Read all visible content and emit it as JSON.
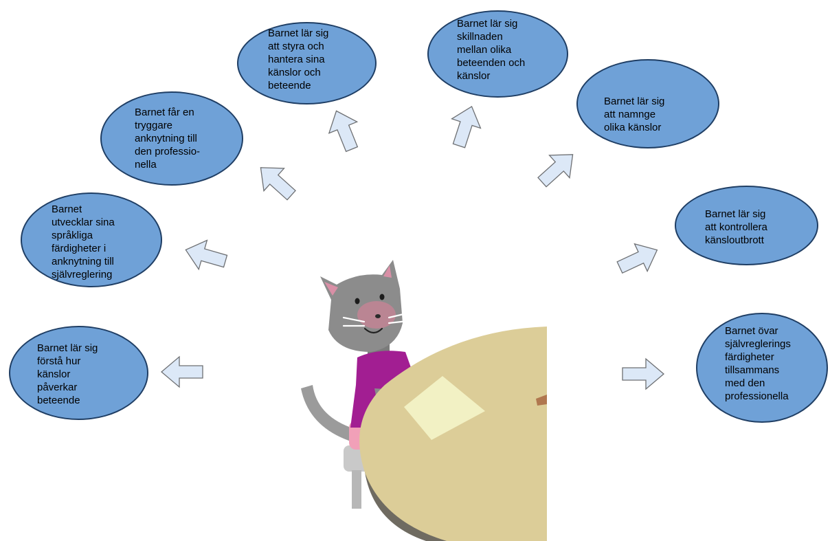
{
  "bubbles": [
    {
      "id": "styra",
      "text": "Barnet lär sig\natt styra och\nhantera sina\nkänslor och\nbeteende"
    },
    {
      "id": "skillnaden",
      "text": "Barnet lär sig\nskillnaden\nmellan olika\nbeteenden och\nkänslor"
    },
    {
      "id": "anknytning",
      "text": "Barnet får en\ntryggare\nanknytning till\nden professio-\nnella"
    },
    {
      "id": "namnge",
      "text": "Barnet lär sig\natt namnge\nolika känslor"
    },
    {
      "id": "sprakliga",
      "text": "Barnet\nutvecklar sina\nspråkliga\nfärdigheter i\nanknytning till\nsjälvreglering"
    },
    {
      "id": "kontrollera",
      "text": "Barnet lär sig\natt kontrollera\nkänsloutbrott"
    },
    {
      "id": "forsta",
      "text": "Barnet lär sig\nförstå hur\nkänslor\npåverkar\nbeteende"
    },
    {
      "id": "ovar",
      "text": "Barnet övar\nsjälvreglerings\nfärdigheter\ntillsammans\nmed den\nprofessionella"
    }
  ],
  "colors": {
    "bubble_fill": "#6fa1d7",
    "bubble_border": "#1f3e64",
    "arrow_fill": "#dce8f7",
    "table": "#dccd98",
    "table_edge": "#7b7568",
    "paper": "#f2f1c4",
    "cat_head": "#8c8c8c",
    "cat_shirt": "#a21e92"
  },
  "illustration": {
    "subject": "cat-at-table",
    "icon": "cat-illustration"
  }
}
